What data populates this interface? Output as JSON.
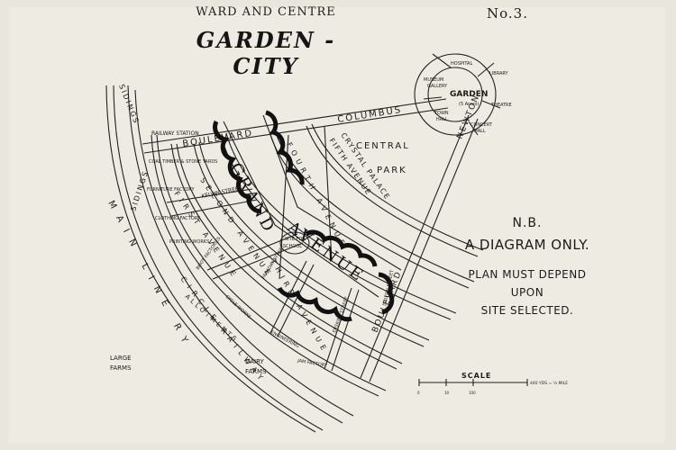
{
  "title": {
    "line1": "WARD AND CENTRE",
    "line2": "GARDEN - CITY",
    "plate": "No.3."
  },
  "note": {
    "nb": "N.B.",
    "line1": "A DIAGRAM ONLY.",
    "line2": "PLAN MUST DEPEND UPON",
    "line3": "SITE SELECTED."
  },
  "labels": {
    "boulevard_top": "BOULEVARD",
    "columbus": "COLUMBUS",
    "railway_station": "RAILWAY STATION",
    "grand_avenue_1": "GRAND",
    "grand_avenue_2": "AVENUE",
    "central_park_1": "CENTRAL",
    "central_park_2": "PARK",
    "crystal_palace": "CRYSTAL PALACE",
    "fifth_avenue": "FIFTH AVENUE",
    "newton": "NEWTON",
    "boulevard_right": "BOULEVARD",
    "garden": "GARDEN",
    "garden_acres": "(5 Acres)",
    "hospital": "HOSPITAL",
    "library": "LIBRARY",
    "museum": "MUSEUM",
    "gallery": "GALLERY",
    "theatre": "THEATRE",
    "town": "TOWN",
    "town_hall_2": "HALL",
    "concert": "CONCERT",
    "concert_hall_2": "HALL",
    "sidings_top": "SIDINGS",
    "sidings_left": "SIDINGS",
    "main_line_railway": "MAIN LINE RY",
    "large_farms_1": "LARGE",
    "large_farms_2": "FARMS",
    "dairy_farms_1": "DAIRY",
    "dairy_farms_2": "FARMS",
    "allotments": "ALLOTMENTS",
    "circle_railway": "CIRCLE RAILWAY",
    "kelvin_street": "KELVIN STREET",
    "coal_yards": "COAL TIMBER & STONE YARDS",
    "furniture_factory": "FURNITURE FACTORY",
    "clothing_factory": "CLOTHING FACTORY",
    "printing_works": "PRINTING WORKS",
    "boot_factories": "BOOT FACTORIES",
    "cycle_works": "CYCLE WORKS",
    "engineering": "ENGINEERING",
    "jam_factory": "JAM FACTORY",
    "first_avenue": "FIRST AVENUE",
    "second_avenue": "SECOND AVENUE",
    "third_avenue": "THIRD AVENUE",
    "fourth_avenue": "FOURTH AVENUE",
    "school": "SCHOOL",
    "site_for": "SITE FOR",
    "erskine_street": "ERSKINE STREET",
    "faraday_street": "FARADAY STREET",
    "dalton_street": "DALTON STREET",
    "scale": "SCALE",
    "scale_0": "0",
    "scale_1": "10",
    "scale_2": "100",
    "scale_3": "440 YDS = ¼ MILE"
  },
  "colors": {
    "paper": "#eeebe3",
    "ink": "#1a1a1a"
  }
}
